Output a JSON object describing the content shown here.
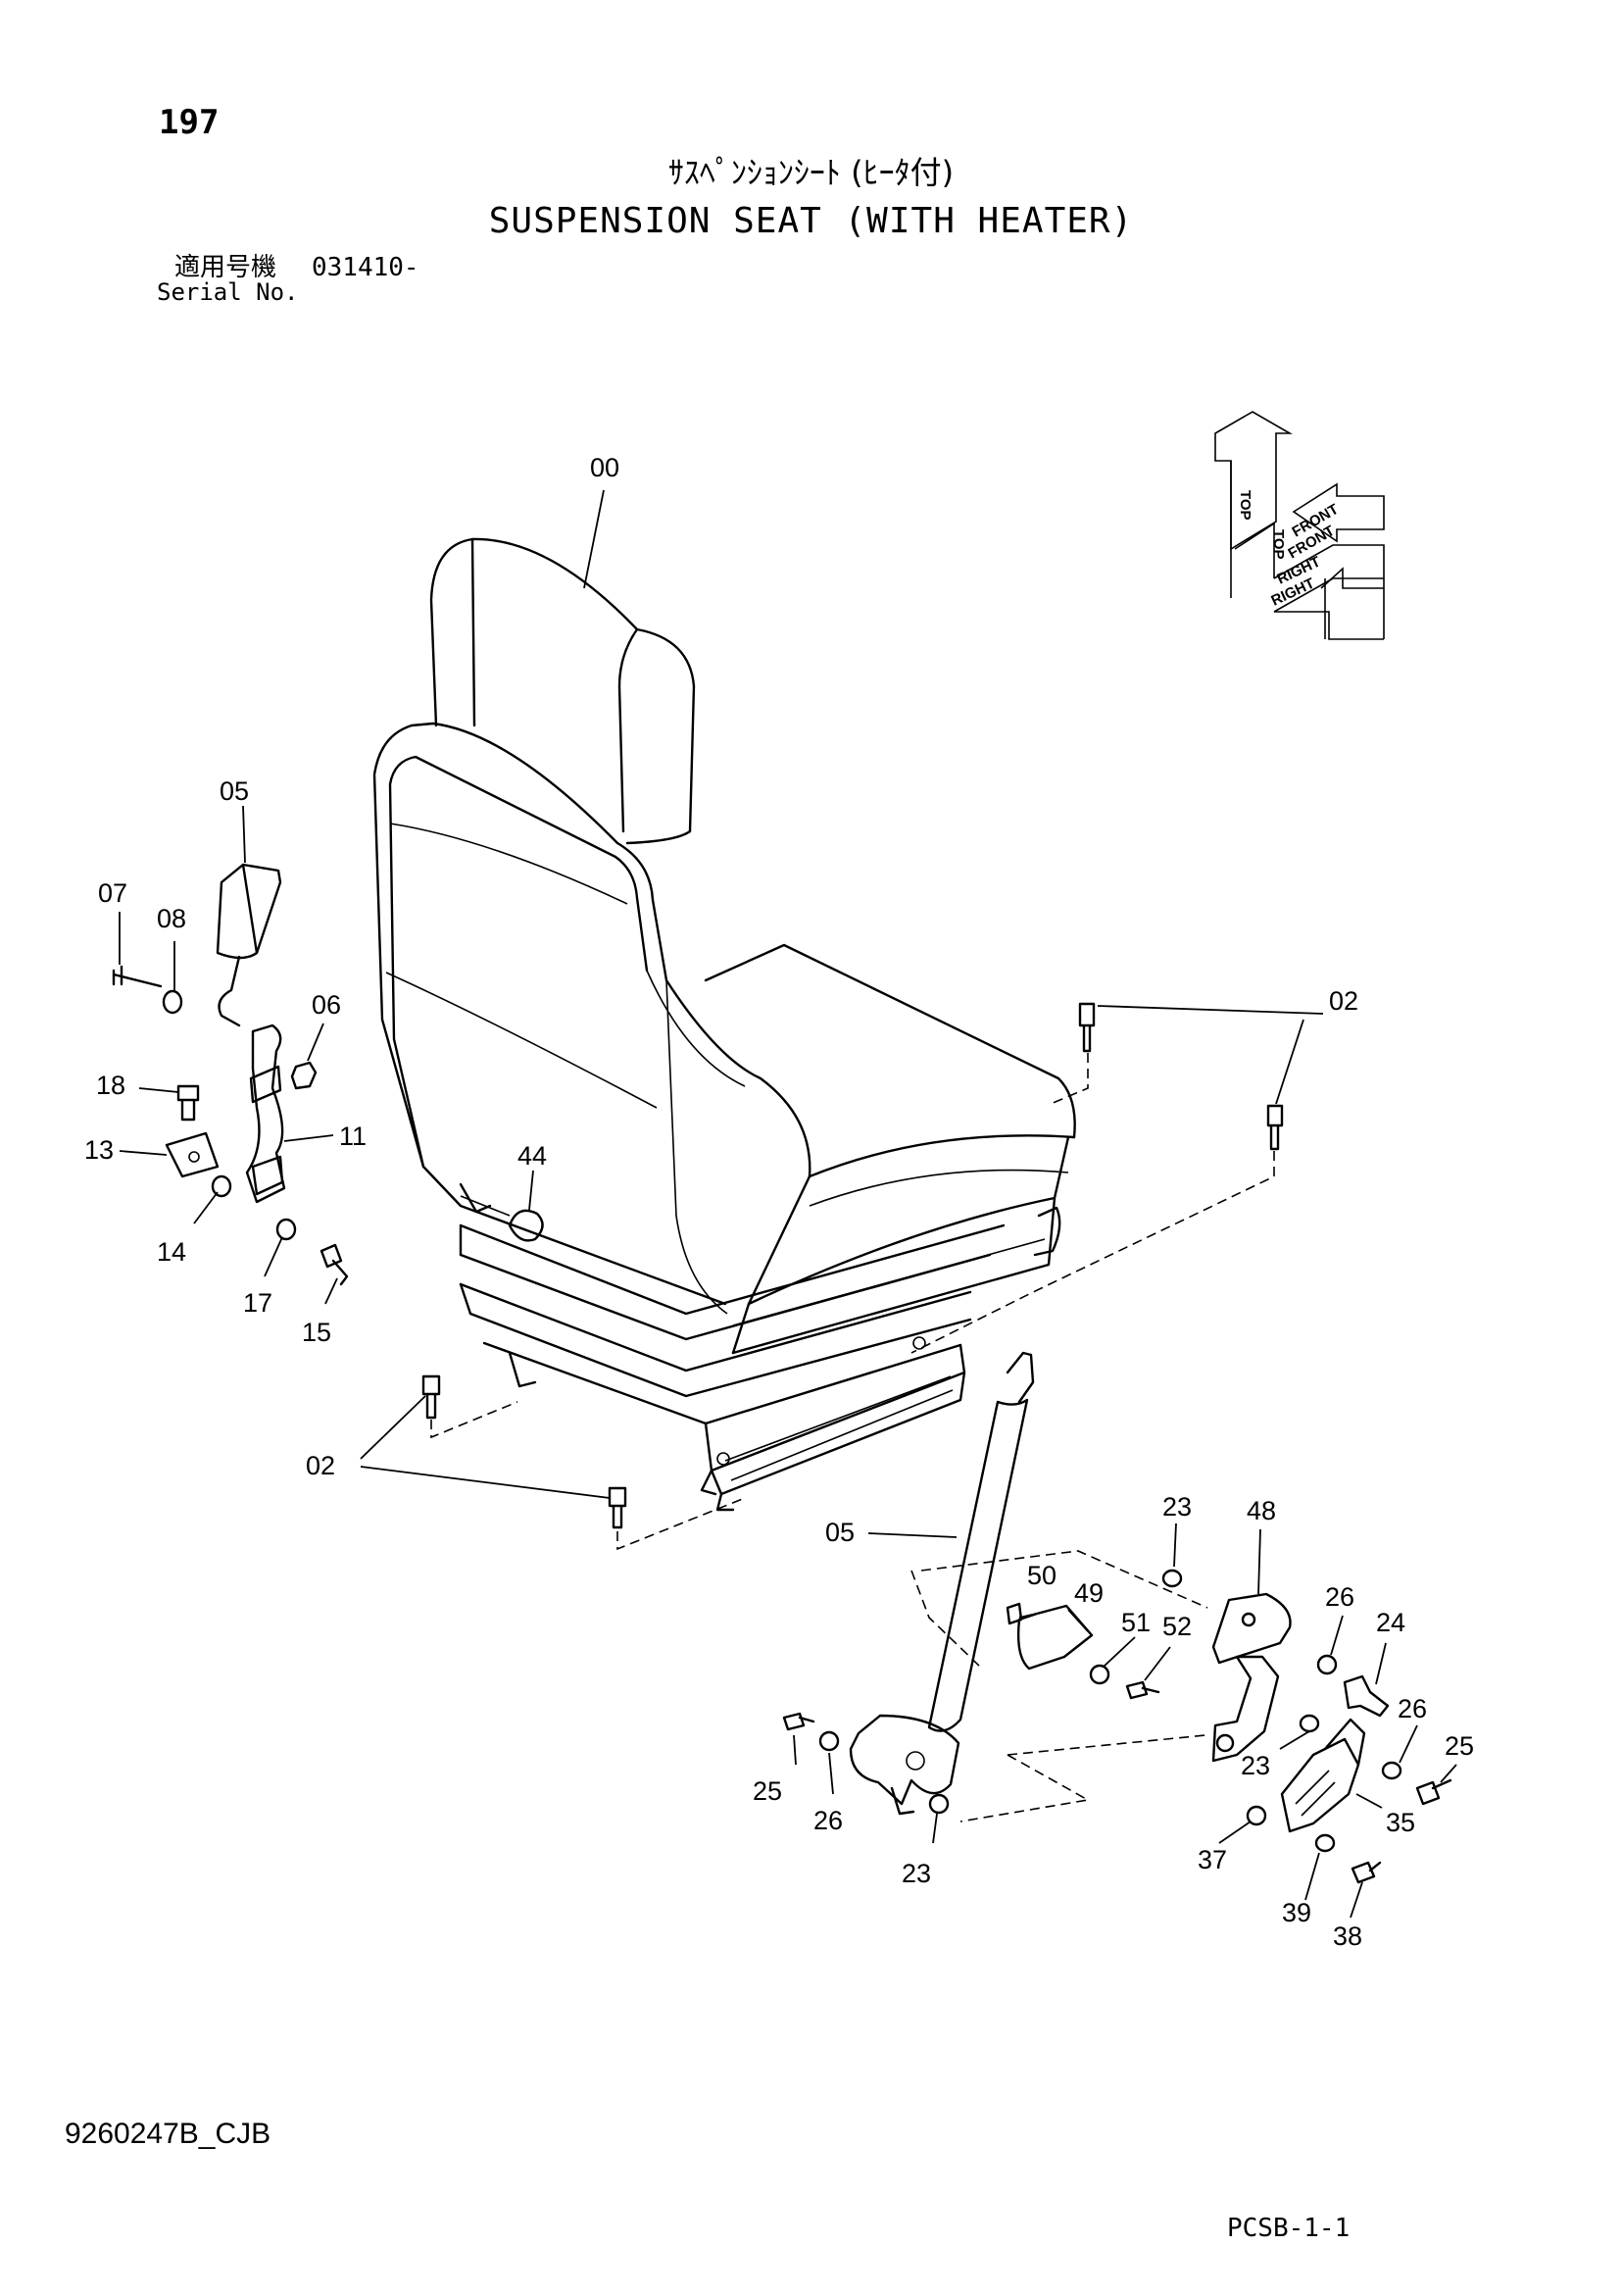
{
  "header": {
    "page_number": "197",
    "title_jp": "ｻｽﾍﾟﾝｼｮﾝｼｰﾄ (ﾋｰﾀ付)",
    "title_en": "SUSPENSION SEAT (WITH HEATER)",
    "serial_label_jp": "適用号機",
    "serial_label_en": "Serial No.",
    "serial_number": "031410-"
  },
  "orientation_indicator": {
    "top": "TOP",
    "front": "FRONT",
    "right": "RIGHT"
  },
  "callouts": [
    {
      "id": "c00",
      "text": "00"
    },
    {
      "id": "c05a",
      "text": "05"
    },
    {
      "id": "c07",
      "text": "07"
    },
    {
      "id": "c08",
      "text": "08"
    },
    {
      "id": "c06",
      "text": "06"
    },
    {
      "id": "c18",
      "text": "18"
    },
    {
      "id": "c11",
      "text": "11"
    },
    {
      "id": "c13",
      "text": "13"
    },
    {
      "id": "c14",
      "text": "14"
    },
    {
      "id": "c17",
      "text": "17"
    },
    {
      "id": "c15",
      "text": "15"
    },
    {
      "id": "c44",
      "text": "44"
    },
    {
      "id": "c02a",
      "text": "02"
    },
    {
      "id": "c02b",
      "text": "02"
    },
    {
      "id": "c05b",
      "text": "05"
    },
    {
      "id": "c23a",
      "text": "23"
    },
    {
      "id": "c48",
      "text": "48"
    },
    {
      "id": "c50",
      "text": "50"
    },
    {
      "id": "c49",
      "text": "49"
    },
    {
      "id": "c51",
      "text": "51"
    },
    {
      "id": "c52",
      "text": "52"
    },
    {
      "id": "c26a",
      "text": "26"
    },
    {
      "id": "c24",
      "text": "24"
    },
    {
      "id": "c26b",
      "text": "26"
    },
    {
      "id": "c25a",
      "text": "25"
    },
    {
      "id": "c23b",
      "text": "23"
    },
    {
      "id": "c35",
      "text": "35"
    },
    {
      "id": "c25b",
      "text": "25"
    },
    {
      "id": "c26c",
      "text": "26"
    },
    {
      "id": "c23c",
      "text": "23"
    },
    {
      "id": "c37",
      "text": "37"
    },
    {
      "id": "c39",
      "text": "39"
    },
    {
      "id": "c38",
      "text": "38"
    }
  ],
  "footer": {
    "drawing_number": "9260247B_CJB",
    "page_code": "PCSB-1-1"
  }
}
